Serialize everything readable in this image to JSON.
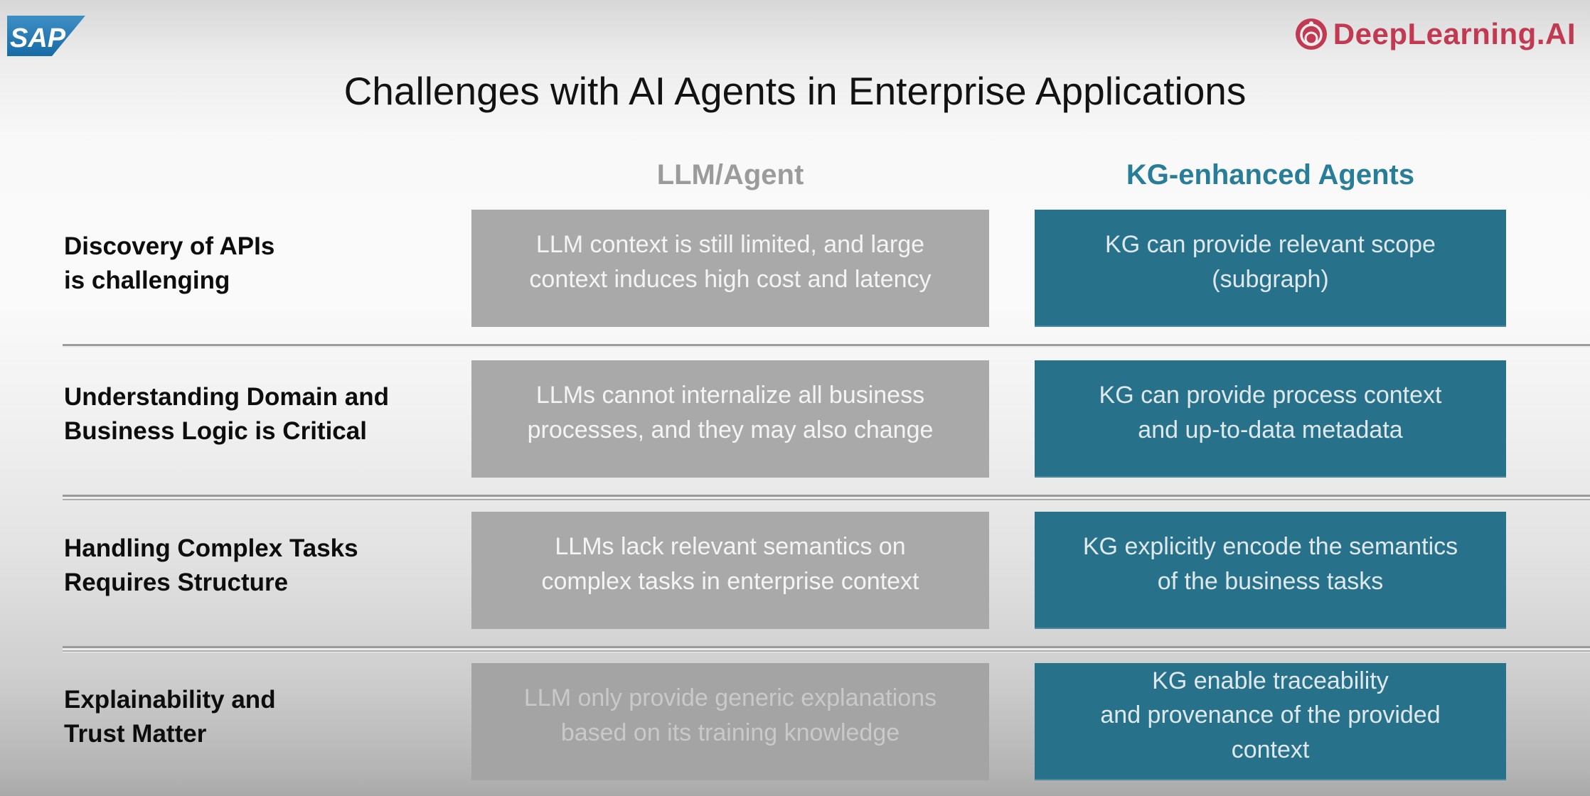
{
  "header": {
    "sap_logo_text": "SAP",
    "deeplearning_logo_text": "DeepLearning.AI"
  },
  "title": "Challenges with AI Agents in Enterprise Applications",
  "columns": {
    "llm": "LLM/Agent",
    "kg": "KG-enhanced Agents"
  },
  "rows": [
    {
      "label": "Discovery of APIs\nis challenging",
      "llm": "LLM context is still limited, and large\ncontext induces high cost and latency",
      "kg": "KG can provide relevant scope\n(subgraph)"
    },
    {
      "label": "Understanding Domain and\nBusiness Logic is Critical",
      "llm": "LLMs cannot internalize all business\nprocesses, and they may also change",
      "kg": "KG can provide process context\nand up-to-data metadata"
    },
    {
      "label": "Handling Complex Tasks\nRequires Structure",
      "llm": "LLMs lack relevant semantics on\ncomplex tasks in enterprise context",
      "kg": "KG explicitly encode the semantics\nof the business tasks"
    },
    {
      "label": "Explainability and\nTrust Matter",
      "llm": "LLM only provide generic explanations\nbased on its training knowledge",
      "kg": "KG enable traceability\nand provenance of the provided\ncontext"
    }
  ],
  "colors": {
    "sap_blue": "#1d71a8",
    "deeplearning_red": "#c23a51",
    "teal_box": "#28718a",
    "gray_box": "#a9a9a9",
    "teal_header_text": "#287d99",
    "gray_header_text": "#9b9b9b"
  }
}
